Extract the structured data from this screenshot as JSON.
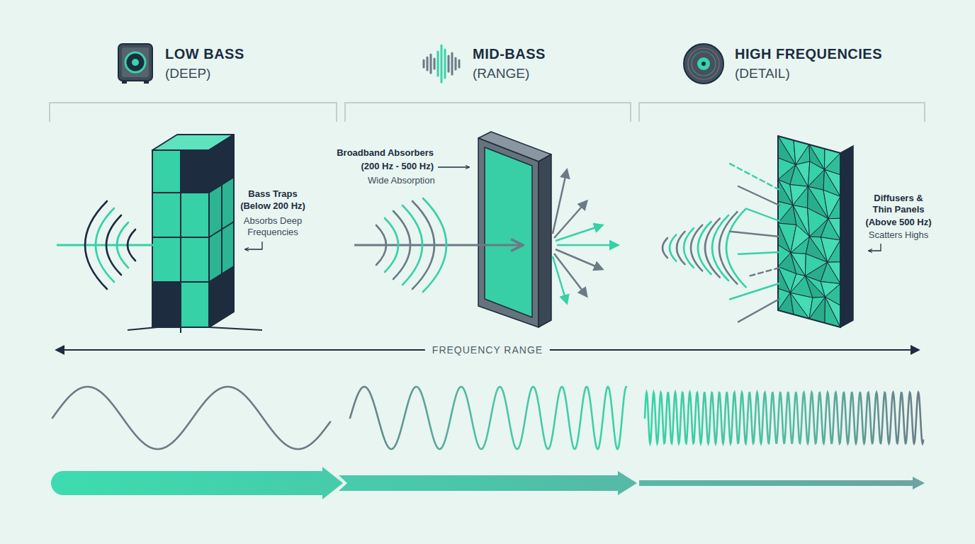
{
  "diagram": {
    "labels": [
      "LOW BASS",
      "(DEEP)",
      "MID-BASS",
      "(RANGE)",
      "HIGH FREQUENCIES",
      "(DETAIL)",
      "Bass Traps",
      "(Below 200 Hz)",
      "Absorbs Deep Frequencies",
      "Broadband Absorbers",
      "(200 Hz - 500 Hz)",
      "Wide Absorption",
      "FREQUENCY RANGE",
      "Diffusers & Thin Panels",
      "(Above 500 Hz)",
      "Scatters Highs"
    ]
  }
}
